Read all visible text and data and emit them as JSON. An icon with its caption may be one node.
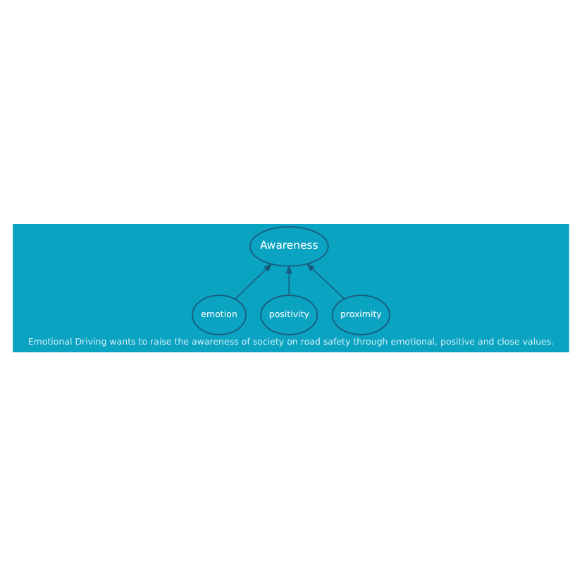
{
  "diagram": {
    "caption": "Emotional Driving wants to raise the awareness of society on road safety through emotional, positive and close values.",
    "nodes": [
      {
        "text": [
          "Awareness"
        ]
      },
      {
        "text": [
          "emotion"
        ]
      },
      {
        "text": [
          "positivity"
        ]
      },
      {
        "text": [
          "proximity"
        ]
      }
    ],
    "edges": [
      {
        "from": 1,
        "to": 0,
        "arrow": "to"
      },
      {
        "from": 2,
        "to": 0,
        "arrow": "to"
      },
      {
        "from": 3,
        "to": 0,
        "arrow": "to"
      }
    ]
  }
}
